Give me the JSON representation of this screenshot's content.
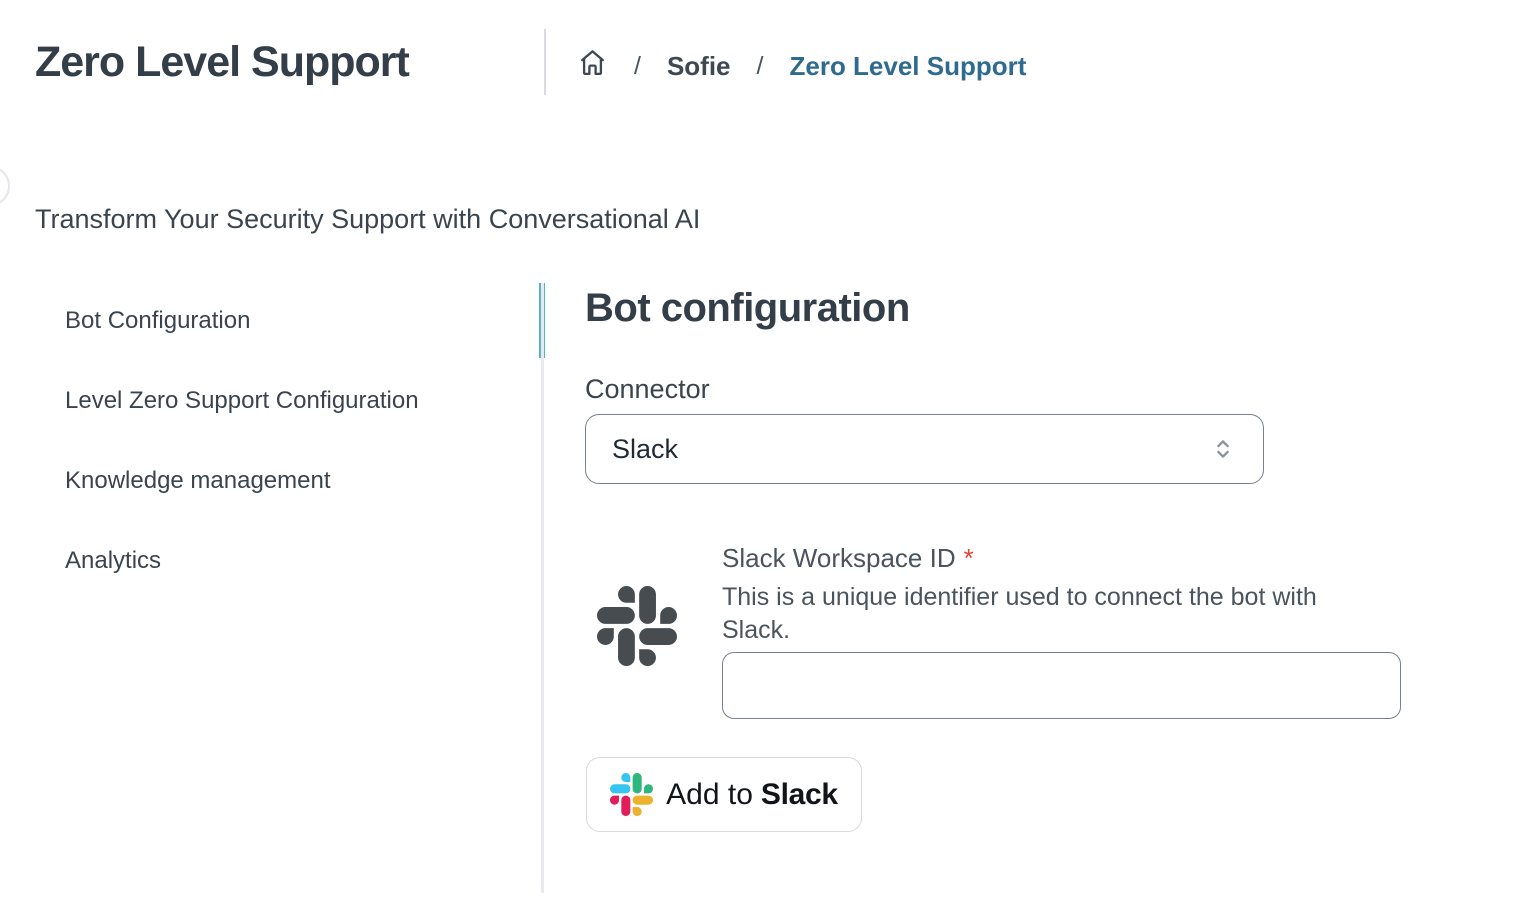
{
  "header": {
    "title": "Zero Level Support",
    "breadcrumb": {
      "separator": "/",
      "items": [
        {
          "label": "Sofie"
        },
        {
          "label": "Zero Level Support"
        }
      ]
    }
  },
  "intro": {
    "subtitle": "Transform Your Security Support with Conversational AI"
  },
  "tabs": [
    {
      "label": "Bot Configuration",
      "active": true
    },
    {
      "label": "Level Zero Support Configuration",
      "active": false
    },
    {
      "label": "Knowledge management",
      "active": false
    },
    {
      "label": "Analytics",
      "active": false
    }
  ],
  "panel": {
    "heading": "Bot configuration",
    "connector": {
      "label": "Connector",
      "value": "Slack"
    },
    "workspace": {
      "label": "Slack Workspace ID",
      "required_marker": "*",
      "description": "This is a unique identifier used to connect the bot with Slack.",
      "value": "",
      "placeholder": ""
    },
    "add_to_slack_button": {
      "prefix": "Add to",
      "brand": "Slack"
    }
  },
  "icons": {
    "breadcrumb_home": "home-icon",
    "connector_chevrons": "chevron-up-down-icon",
    "workspace": "slack-mono-icon",
    "button": "slack-color-icon"
  },
  "colors": {
    "accent_teal": "#57b2c7",
    "link_blue": "#2e6b8e",
    "required_red": "#de4437",
    "title_dark": "#333e48",
    "body_text": "#3a444e",
    "slack_mono": "#474c51",
    "slack_blue": "#36c5f0",
    "slack_green": "#2eb67d",
    "slack_red": "#e01e5a",
    "slack_yellow": "#ecb22e"
  }
}
